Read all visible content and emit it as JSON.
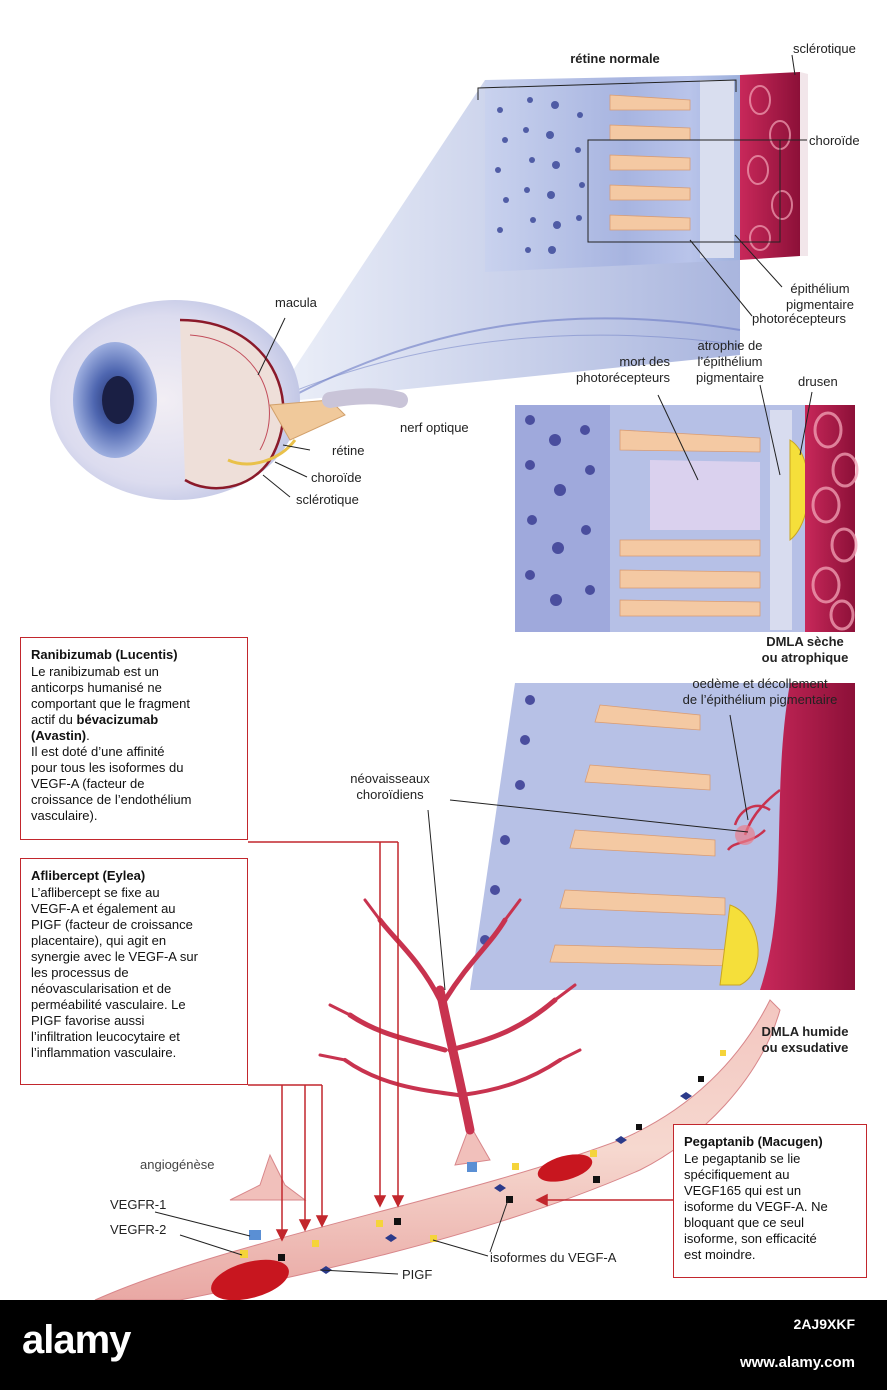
{
  "labels": {
    "retine_normale": "rétine normale",
    "sclerotique_top": "sclérotique",
    "choroide_top": "choroïde",
    "epithelium_pigmentaire": "épithélium\npigmentaire",
    "photorecepteurs": "photorécepteurs",
    "macula": "macula",
    "nerf_optique": "nerf optique",
    "retine": "rétine",
    "choroide_eye": "choroïde",
    "sclerotique_eye": "sclérotique",
    "mort_photorecepteurs": "mort des\nphotorécepteurs",
    "atrophie": "atrophie de\nl’épithélium\npigmentaire",
    "drusen": "drusen",
    "dmla_seche": "DMLA sèche\nou atrophique",
    "oedeme": "oedème et décollement\nde l’épithélium pigmentaire",
    "neovaisseaux": "néovaisseaux\nchoroïdiens",
    "dmla_humide": "DMLA humide\nou exsudative",
    "angiogenese": "angiogénèse",
    "vegfr1": "VEGFR-1",
    "vegfr2": "VEGFR-2",
    "pigf": "PIGF",
    "isoformes": "isoformes du VEGF-A"
  },
  "boxes": {
    "ranibizumab": {
      "title": "Ranibizumab (Lucentis)",
      "body_a": "Le ranibizumab est un\nanticorps humanisé ne\ncomportant que le fragment\nactif du ",
      "body_bold": "bévacizumab\n(Avastin)",
      "body_b": ".\nIl est doté d’une affinité\npour tous les isoformes du\nVEGF-A (facteur de\ncroissance de l’endothélium\nvasculaire)."
    },
    "aflibercept": {
      "title": "Aflibercept (Eylea)",
      "body": "L’aflibercept se fixe au\nVEGF-A et également au\nPIGF (facteur de croissance\nplacentaire), qui agit en\nsynergie avec le VEGF-A sur\nles processus de\nnéovascularisation et de\nperméabilité vasculaire. Le\nPIGF favorise aussi\nl’infiltration leucocytaire et\nl’inflammation vasculaire."
    },
    "pegaptanib": {
      "title": "Pegaptanib (Macugen)",
      "body": "Le pegaptanib se lie\nspécifiquement au\nVEGF165 qui est un\nisoforme du VEGF-A. Ne\nbloquant que ce seul\nisoforme, son efficacité\nest moindre."
    }
  },
  "footer": {
    "brand": "alamy",
    "image_id": "2AJ9XKF",
    "site": "www.alamy.com"
  },
  "colors": {
    "accent_red": "#c2272d",
    "vessel": "#c8334f",
    "retina_blue": "#9aa8d8",
    "footer_bg": "#000000"
  }
}
